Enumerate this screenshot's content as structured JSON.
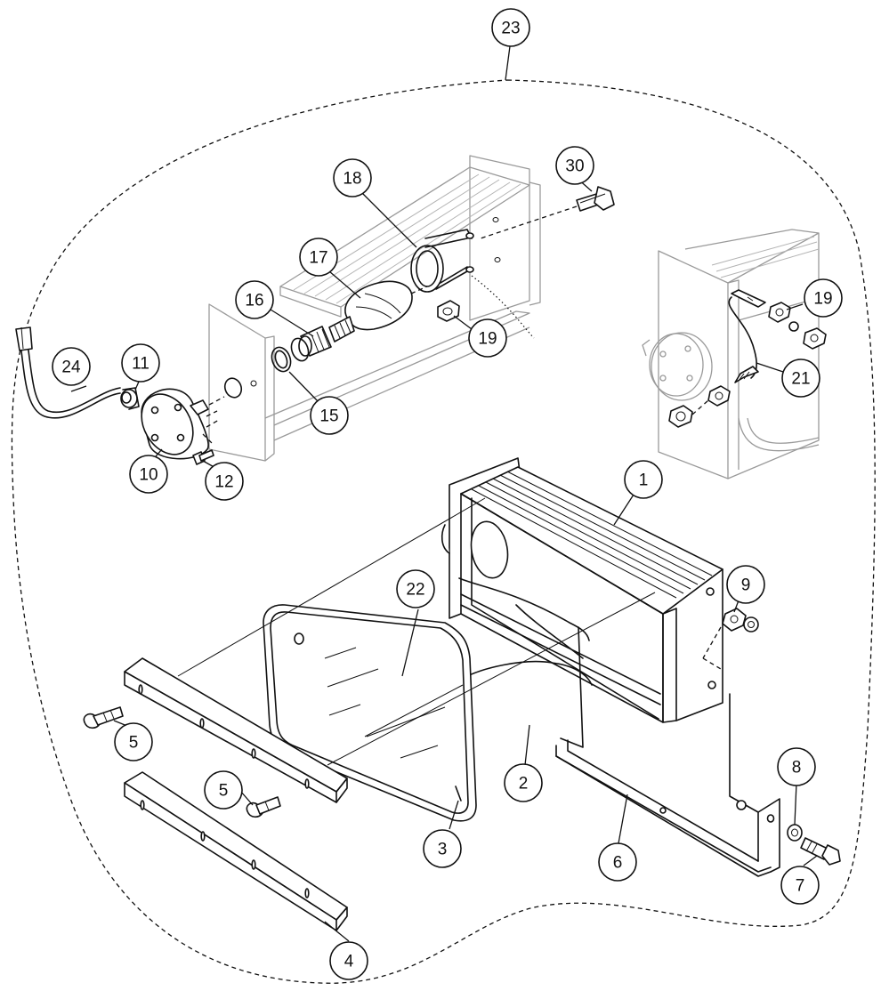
{
  "callouts": [
    {
      "id": "23",
      "label": "23"
    },
    {
      "id": "30",
      "label": "30"
    },
    {
      "id": "18",
      "label": "18"
    },
    {
      "id": "17",
      "label": "17"
    },
    {
      "id": "16",
      "label": "16"
    },
    {
      "id": "19a",
      "label": "19"
    },
    {
      "id": "15",
      "label": "15"
    },
    {
      "id": "24",
      "label": "24"
    },
    {
      "id": "11",
      "label": "11"
    },
    {
      "id": "10",
      "label": "10"
    },
    {
      "id": "12",
      "label": "12"
    },
    {
      "id": "19b",
      "label": "19"
    },
    {
      "id": "21",
      "label": "21"
    },
    {
      "id": "1",
      "label": "1"
    },
    {
      "id": "22",
      "label": "22"
    },
    {
      "id": "9",
      "label": "9"
    },
    {
      "id": "5a",
      "label": "5"
    },
    {
      "id": "5b",
      "label": "5"
    },
    {
      "id": "2",
      "label": "2"
    },
    {
      "id": "3",
      "label": "3"
    },
    {
      "id": "8",
      "label": "8"
    },
    {
      "id": "6",
      "label": "6"
    },
    {
      "id": "7",
      "label": "7"
    },
    {
      "id": "4",
      "label": "4"
    }
  ]
}
